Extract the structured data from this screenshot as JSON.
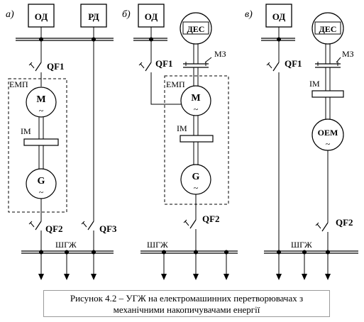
{
  "panels": {
    "a": {
      "letter": "а)",
      "source1": "ОД",
      "source2": "РД",
      "breaker1": "QF1",
      "unit_box": "ЕМП",
      "motor": "М",
      "inertial_mass": "ІМ",
      "generator": "G",
      "breaker2": "QF2",
      "breaker3": "QF3",
      "bus": "ШГЖ"
    },
    "b": {
      "letter": "б)",
      "source1": "ОД",
      "engine": "ДЕС",
      "clutch": "МЗ",
      "breaker1": "QF1",
      "unit_box": "ЕМП",
      "motor": "М",
      "inertial_mass": "ІМ",
      "generator": "G",
      "breaker2": "QF2",
      "bus": "ШГЖ"
    },
    "c": {
      "letter": "в)",
      "source1": "ОД",
      "engine": "ДЕС",
      "clutch": "МЗ",
      "breaker1": "QF1",
      "inertial_mass": "ІМ",
      "reversible_machine": "ОЕМ",
      "breaker2": "QF2",
      "bus": "ШГЖ"
    }
  },
  "symbols": {
    "ac": "~"
  },
  "caption": {
    "line1": "Рисунок 4.2 – УГЖ на електромашинних перетворювачах з",
    "line2": "механічними накопичувачами енергії"
  }
}
